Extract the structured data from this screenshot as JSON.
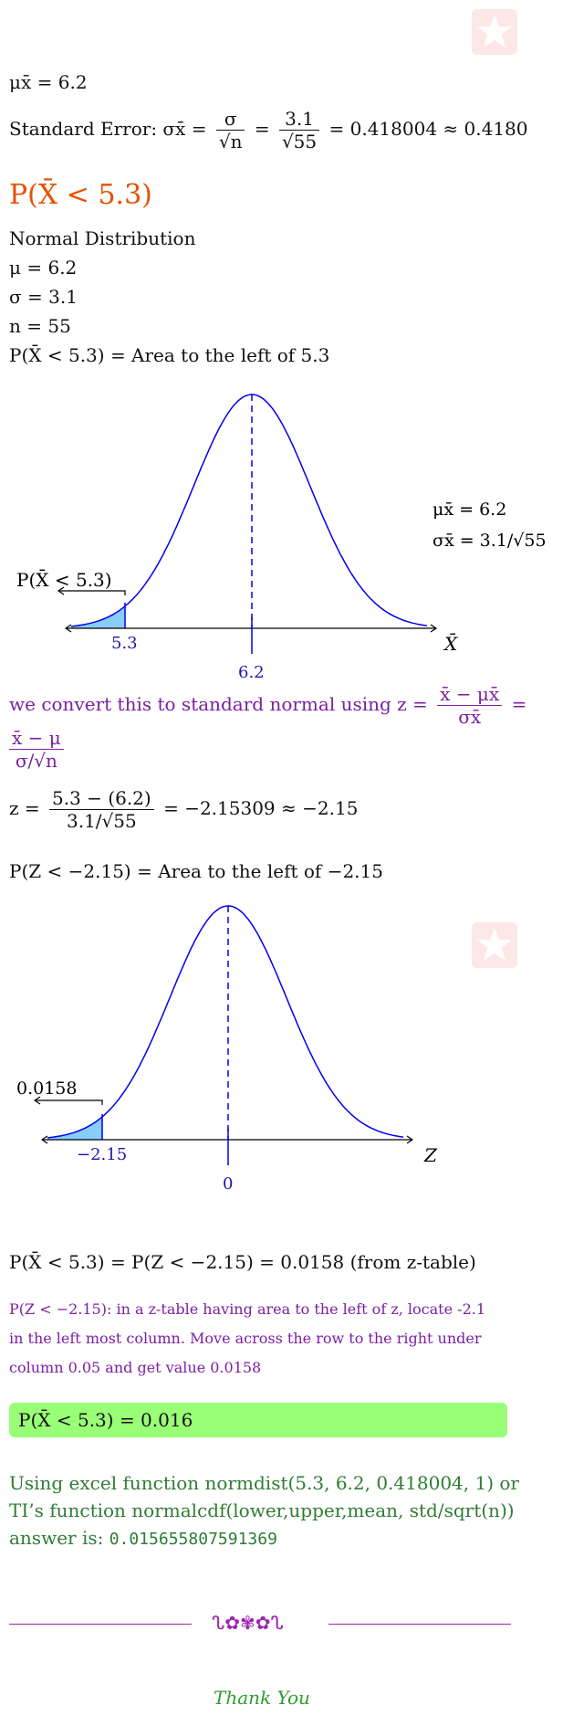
{
  "mean_line": "μx̄ = 6.2",
  "se": {
    "lead": "Standard Error: σx̄ =",
    "f1_num": "σ",
    "f1_den": "√n",
    "eq": "=",
    "f2_num": "3.1",
    "f2_den": "√55",
    "tail": "= 0.418004 ≈ 0.4180"
  },
  "heading": "P(X̄ < 5.3)",
  "dist_label": "Normal Distribution",
  "params": [
    "μ = 6.2",
    "σ = 3.1",
    "n = 55"
  ],
  "prob_area": "P(X̄ < 5.3) = Area to the left of 5.3",
  "graph1": {
    "tail_label": "P(X̄ < 5.3)",
    "left_val": "5.3",
    "center_val": "6.2",
    "axis_var": "X̄",
    "side_mean": "μx̄ = 6.2",
    "side_sd": "σx̄ = 3.1/√55",
    "shade_color": "#87cefa",
    "curve_color": "#0000ee"
  },
  "convert": {
    "line1_lead": "we convert this to standard normal using z =",
    "line1_num": "x̄ − μx̄",
    "line1_den": "σx̄",
    "line1_eq": "=",
    "line2_num": "x̄ − μ",
    "line2_den": "σ/√n"
  },
  "z_calc": {
    "lead": "z =",
    "num": "5.3 − (6.2)",
    "den": "3.1/√55",
    "tail": "= −2.15309 ≈ −2.15"
  },
  "z_area": "P(Z < −2.15) = Area to the left of −2.15",
  "graph2": {
    "tail_label": "0.0158",
    "left_val": "−2.15",
    "center_val": "0",
    "axis_var": "Z"
  },
  "result_line": "P(X̄ < 5.3) = P(Z < −2.15) = 0.0158 (from z-table)",
  "note_lines": [
    "P(Z < −2.15): in a z-table having area to the left of z, locate -2.1",
    "in the left most column.  Move across the row to the right under",
    "column 0.05 and get value 0.0158"
  ],
  "answer": "P(X̄ < 5.3) = 0.016",
  "excel": {
    "line1": "Using excel function normdist(5.3, 6.2, 0.418004, 1) or",
    "line2": "TI’s function normalcdf(lower,upper,mean, std/sqrt(n))",
    "line3_lead": "answer is:",
    "line3_value": "0.015655807591369"
  },
  "ornament": "ᔐ✿✾✿ᔐ",
  "thanks": "Thank You",
  "colors": {
    "accent_purple": "#7b1fa2",
    "accent_green": "#2e7d32",
    "heading_orange": "#e65100",
    "answer_bg": "#99ff77"
  }
}
